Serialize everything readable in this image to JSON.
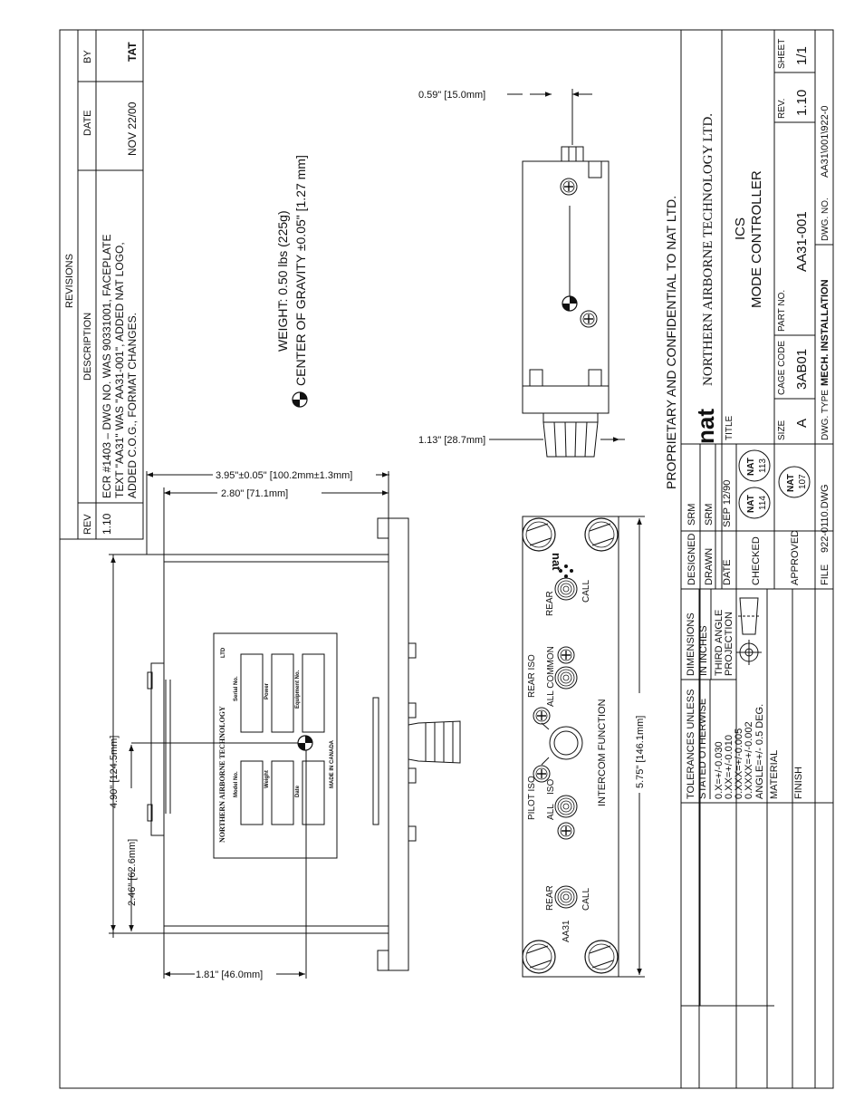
{
  "revisions": {
    "header": "REVISIONS",
    "col_rev": "REV",
    "col_desc": "DESCRIPTION",
    "col_date": "DATE",
    "col_by": "BY",
    "rev": "1.10",
    "desc1": "ECR #1403 – DWG NO. WAS 90331001, FACEPLATE",
    "desc2": "TEXT \"AA31\" WAS \"AA31-001\", ADDED NAT LOGO,",
    "desc3": "ADDED C.O.G., FORMAT CHANGES.",
    "date": "NOV 22/00",
    "by": "TAT"
  },
  "notes": {
    "weight": "WEIGHT: 0.50 lbs (225g)",
    "cog": "CENTER OF GRAVITY ±0.05\" [1.27 mm]"
  },
  "dims": {
    "d495": "3.95\"±0.05\" [100.2mm±1.3mm]",
    "d280": "2.80\" [71.1mm]",
    "d490": "4.90\" [124.5mm]",
    "d246": "2.46\" [62.6mm]",
    "d181": "1.81\" [46.0mm]",
    "d575": "5.75\" [146.1mm]",
    "d113": "1.13\" [28.7mm]",
    "d059": "0.59\" [15.0mm]"
  },
  "label_plate": {
    "company": "NORTHERN AIRBORNE TECHNOLOGY",
    "ltd": "LTD",
    "model": "Model No.",
    "serial": "Serial No.",
    "weight": "Weight",
    "power": "Power",
    "date": "Date",
    "equipment": "Equipment No.",
    "made": "MADE IN CANADA"
  },
  "faceplate": {
    "model": "AA31",
    "rear": "REAR",
    "call": "CALL",
    "pilot_iso": "PILOT ISO",
    "all": "ALL",
    "iso": "ISO",
    "rear_iso": "REAR ISO",
    "all_common": "ALL  COMMON",
    "intercom": "INTERCOM FUNCTION",
    "logo": "nat"
  },
  "proprietary": "PROPRIETARY AND CONFIDENTIAL TO NAT LTD.",
  "title_block": {
    "logo": "nat",
    "company": "NORTHERN AIRBORNE TECHNOLOGY LTD.",
    "tol_header1": "TOLERANCES UNLESS",
    "tol_header2": "STATED OTHERWISE",
    "tol1": "0.X=+/-0.030",
    "tol2": "0.XX=+/-0.010",
    "tol3": "0.XXX=+/-0.005",
    "tol4": "0.XXXX=+/-0.002",
    "tol5": "ANGLE=+/- 0.5 DEG.",
    "dims1": "DIMENSIONS",
    "dims2": "IN INCHES",
    "proj1": "THIRD ANGLE",
    "proj2": "PROJECTION",
    "material": "MATERIAL",
    "finish": "FINISH",
    "designed_lbl": "DESIGNED",
    "designed": "SRM",
    "drawn_lbl": "DRAWN",
    "drawn": "SRM",
    "date_lbl": "DATE",
    "date": "SEP 12/90",
    "checked_lbl": "CHECKED",
    "approved_lbl": "APPROVED",
    "stamp_nat": "NAT",
    "stamp114": "114",
    "stamp113": "113",
    "stamp107": "107",
    "file_lbl": "FILE",
    "file": "922-0110.DWG",
    "title_lbl": "TITLE",
    "title1": "ICS",
    "title2": "MODE CONTROLLER",
    "size_lbl": "SIZE",
    "size": "A",
    "cage_lbl": "CAGE CODE",
    "cage": "3AB01",
    "part_lbl": "PART NO.",
    "part": "AA31-001",
    "rev_lbl": "REV.",
    "rev": "1.10",
    "sheet_lbl": "SHEET",
    "sheet": "1/1",
    "dwgtype_lbl": "DWG. TYPE",
    "dwgtype": "MECH. INSTALLATION",
    "dwgno_lbl": "DWG. NO.",
    "dwgno": "AA31\\001\\922-0"
  }
}
